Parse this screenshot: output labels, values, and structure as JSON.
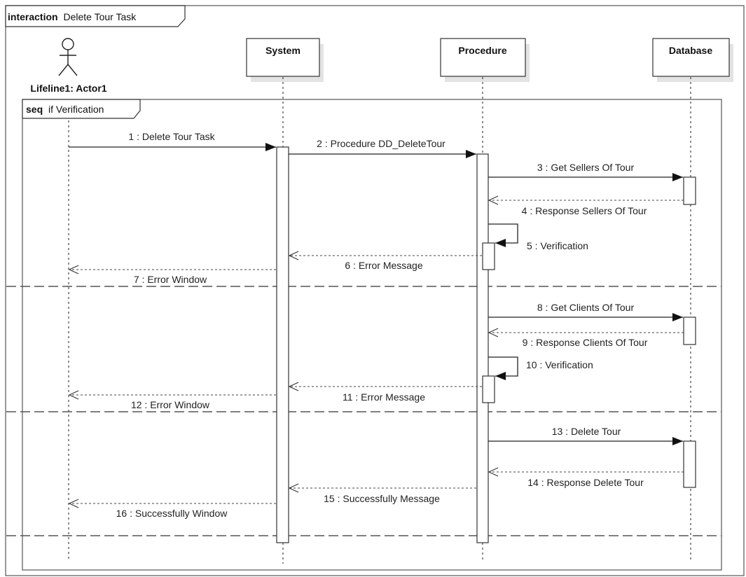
{
  "interaction_frame": {
    "keyword": "interaction",
    "name": "Delete Tour Task"
  },
  "seq_frame": {
    "keyword": "seq",
    "name": "if Verification"
  },
  "actor": {
    "label": "Lifeline1: Actor1"
  },
  "lifelines": [
    {
      "id": "system",
      "label": "System"
    },
    {
      "id": "procedure",
      "label": "Procedure"
    },
    {
      "id": "database",
      "label": "Database"
    }
  ],
  "messages": [
    {
      "label": "1 : Delete Tour Task"
    },
    {
      "label": "2 : Procedure DD_DeleteTour"
    },
    {
      "label": "3 : Get Sellers Of Tour"
    },
    {
      "label": "4 : Response Sellers Of Tour"
    },
    {
      "label": "5 : Verification"
    },
    {
      "label": "6 : Error Message"
    },
    {
      "label": "7 : Error Window"
    },
    {
      "label": "8 : Get Clients Of Tour"
    },
    {
      "label": "9 : Response Clients Of Tour"
    },
    {
      "label": "10 : Verification"
    },
    {
      "label": "11 : Error Message"
    },
    {
      "label": "12 : Error Window"
    },
    {
      "label": "13 : Delete Tour"
    },
    {
      "label": "14 : Response Delete Tour"
    },
    {
      "label": "15 : Successfully Message"
    },
    {
      "label": "16 : Successfully Window"
    }
  ]
}
